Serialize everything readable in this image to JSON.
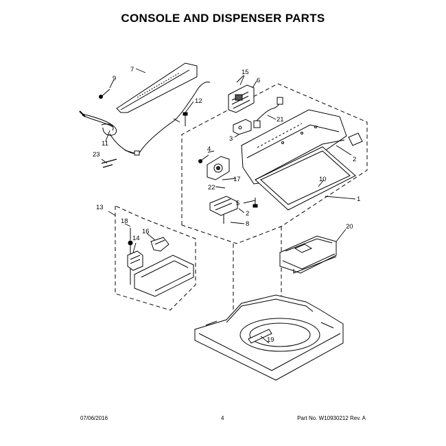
{
  "title": "CONSOLE AND DISPENSER PARTS",
  "footer": {
    "date": "07/06/2016",
    "page": "4",
    "part": "Part No. W10930212  Rev. A"
  },
  "callouts": {
    "c1": "1",
    "c2a": "2",
    "c2b": "2",
    "c3": "3",
    "c4": "4",
    "c5": "5",
    "c6": "6",
    "c7": "7",
    "c8": "8",
    "c9": "9",
    "c10": "10",
    "c11": "11",
    "c12": "12",
    "c13": "13",
    "c14": "14",
    "c15": "15",
    "c16": "16",
    "c17": "17",
    "c18": "18",
    "c19": "19",
    "c20": "20",
    "c21": "21",
    "c22": "22",
    "c23": "23"
  }
}
